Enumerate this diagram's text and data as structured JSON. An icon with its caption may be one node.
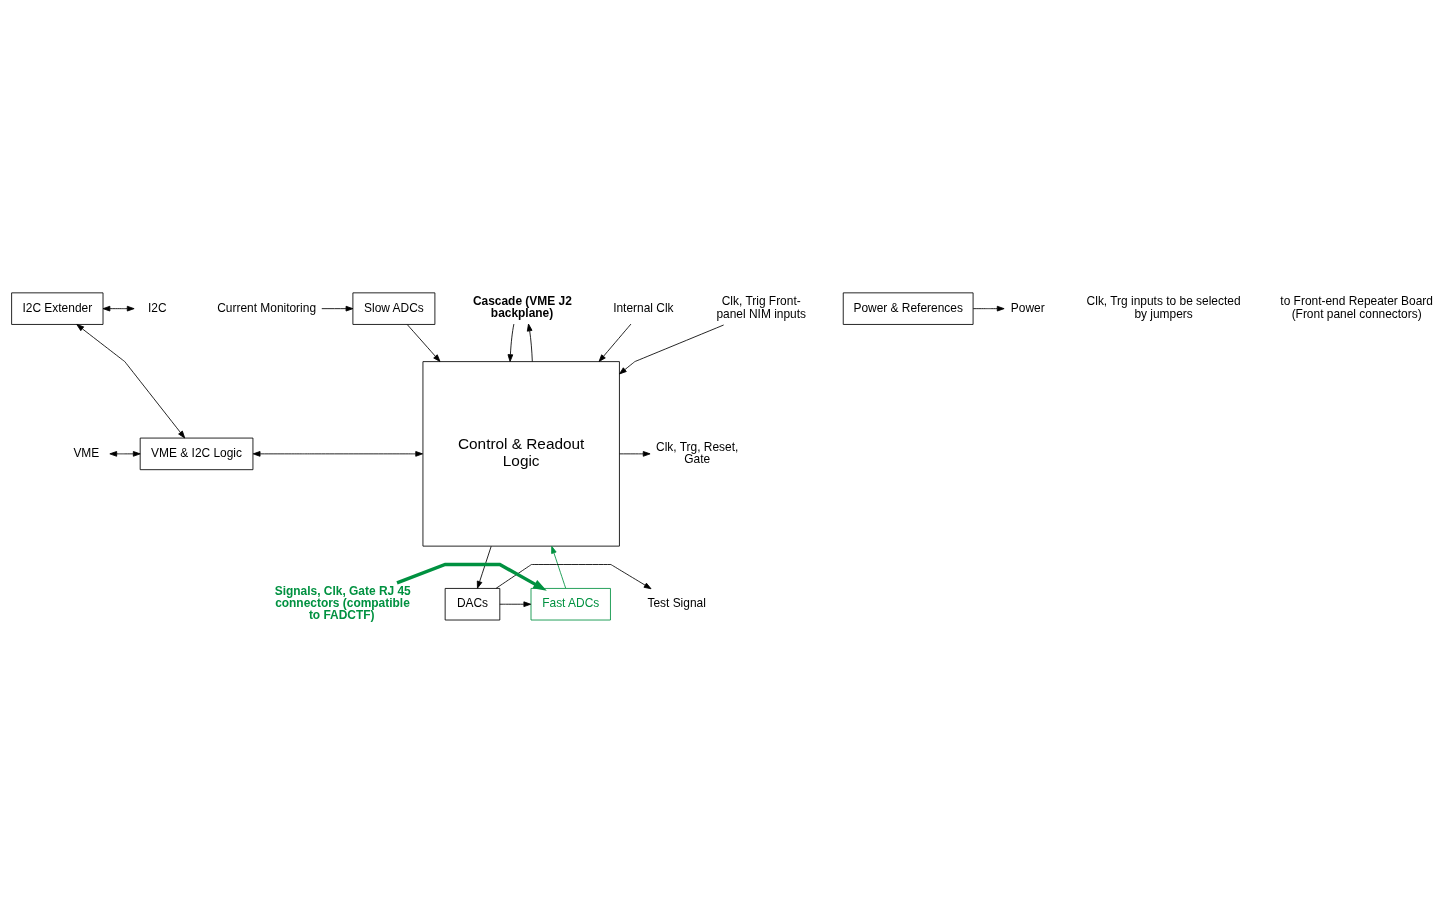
{
  "diagram": {
    "nodes": [
      {
        "text": [
          "Cascade (VME J2 backplane)"
        ]
      },
      {
        "text": [
          "Internal Clk"
        ]
      },
      {
        "text": [
          "Clk, Trig Front-panel NIM inputs"
        ]
      },
      {
        "text": [
          "I2C Extender"
        ]
      },
      {
        "text": [
          "Control & Readout Logic"
        ]
      },
      {
        "text": [
          "VME & I2C Logic"
        ]
      },
      {
        "text": [
          "VME"
        ]
      },
      {
        "text": [
          "Power & References"
        ]
      },
      {
        "text": [
          "Slow ADCs"
        ]
      },
      {
        "text": [
          "Fast ADCs"
        ]
      },
      {
        "text": [
          "DACs"
        ]
      },
      {
        "text": [
          "I2C"
        ]
      },
      {
        "text": [
          "Power"
        ]
      },
      {
        "text": [
          "Clk, Trg, Reset, Gate"
        ]
      },
      {
        "text": [
          "Current Monitoring"
        ]
      },
      {
        "text": [
          "Test Signal"
        ]
      },
      {
        "text": [
          "Signals, Clk, Gate RJ 45 connectors (compatible to FADCTF)"
        ]
      }
    ],
    "edges": [
      {
        "from": 4,
        "to": 0,
        "arrow": "to"
      },
      {
        "from": 0,
        "to": 4,
        "arrow": "to"
      },
      {
        "from": 1,
        "to": 4,
        "arrow": "to"
      },
      {
        "from": 2,
        "to": 4,
        "arrow": "to"
      },
      {
        "from": 3,
        "to": 11,
        "arrow": "both"
      },
      {
        "from": 3,
        "to": 5,
        "arrow": "both"
      },
      {
        "from": 6,
        "to": 5,
        "arrow": "both"
      },
      {
        "from": 5,
        "to": 4,
        "arrow": "both"
      },
      {
        "from": 7,
        "to": 12,
        "arrow": "to"
      },
      {
        "from": 4,
        "to": 13,
        "arrow": "to"
      },
      {
        "from": 14,
        "to": 8,
        "arrow": "to"
      },
      {
        "from": 8,
        "to": 4,
        "arrow": "to"
      },
      {
        "from": 4,
        "to": 10,
        "arrow": "to"
      },
      {
        "from": 10,
        "to": 9,
        "arrow": "to"
      },
      {
        "from": 9,
        "to": 4,
        "arrow": "to",
        "color": "#009140"
      },
      {
        "from": 10,
        "to": 15,
        "arrow": "to"
      },
      {
        "from": 16,
        "to": 9,
        "arrow": "to",
        "style": "thick",
        "color": "#009140"
      }
    ],
    "labels": [
      "Clk, Trg inputs to be selected by jumpers",
      "to Front-end Repeater Board (Front panel connectors)"
    ]
  }
}
